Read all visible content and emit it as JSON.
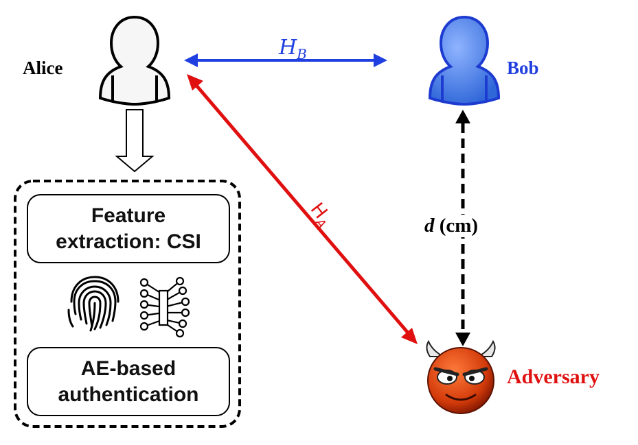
{
  "nodes": {
    "alice": "Alice",
    "bob": "Bob",
    "adversary": "Adversary"
  },
  "links": {
    "hb_main": "H",
    "hb_sub": "B",
    "ha_main": "H",
    "ha_sub": "A"
  },
  "distance": {
    "var": "d",
    "unit": "(cm)"
  },
  "process": {
    "feature_line1": "Feature",
    "feature_line2": "extraction: CSI",
    "ae_line1": "AE-based",
    "ae_line2": "authentication"
  },
  "icons": [
    "user-icon",
    "fingerprint-icon",
    "circuit-icon",
    "devil-icon"
  ],
  "colors": {
    "bob_blue": "#1f3fe0",
    "adversary_red": "#e01010",
    "alice_black": "#000000"
  }
}
